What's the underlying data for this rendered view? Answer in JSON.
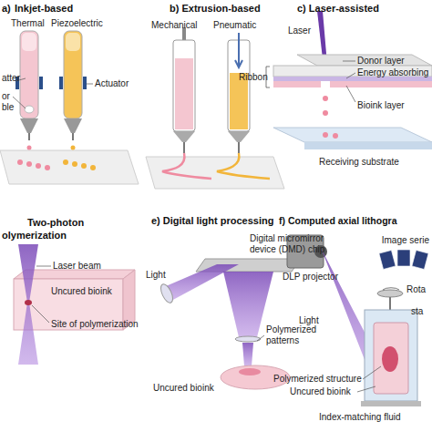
{
  "diagram": {
    "labels": [
      "a)",
      "Inkjet-based",
      "Thermal",
      "Piezoelectric",
      "atter",
      "or",
      "ble",
      "Actuator",
      "b) Extrusion-based",
      "Mechanical",
      "Pneumatic",
      "c) Laser-assisted",
      "Laser",
      "Donor layer",
      "Energy absorbing",
      "Ribbon",
      "Bioink layer",
      "Receiving substrate",
      "Two-photon",
      "olymerization",
      "Laser beam",
      "Uncured bioink",
      "Site of polymerization",
      "e) Digital light processing",
      "Digital micromirror device (DMD) chip",
      "Light",
      "Polymerized patterns",
      "Uncured bioink",
      "f) Computed axial lithogra",
      "DLP projector",
      "Image serie",
      "Rota",
      "sta",
      "Light",
      "Polymerized structure",
      "Uncured bioink",
      "Index-matching fluid"
    ]
  }
}
